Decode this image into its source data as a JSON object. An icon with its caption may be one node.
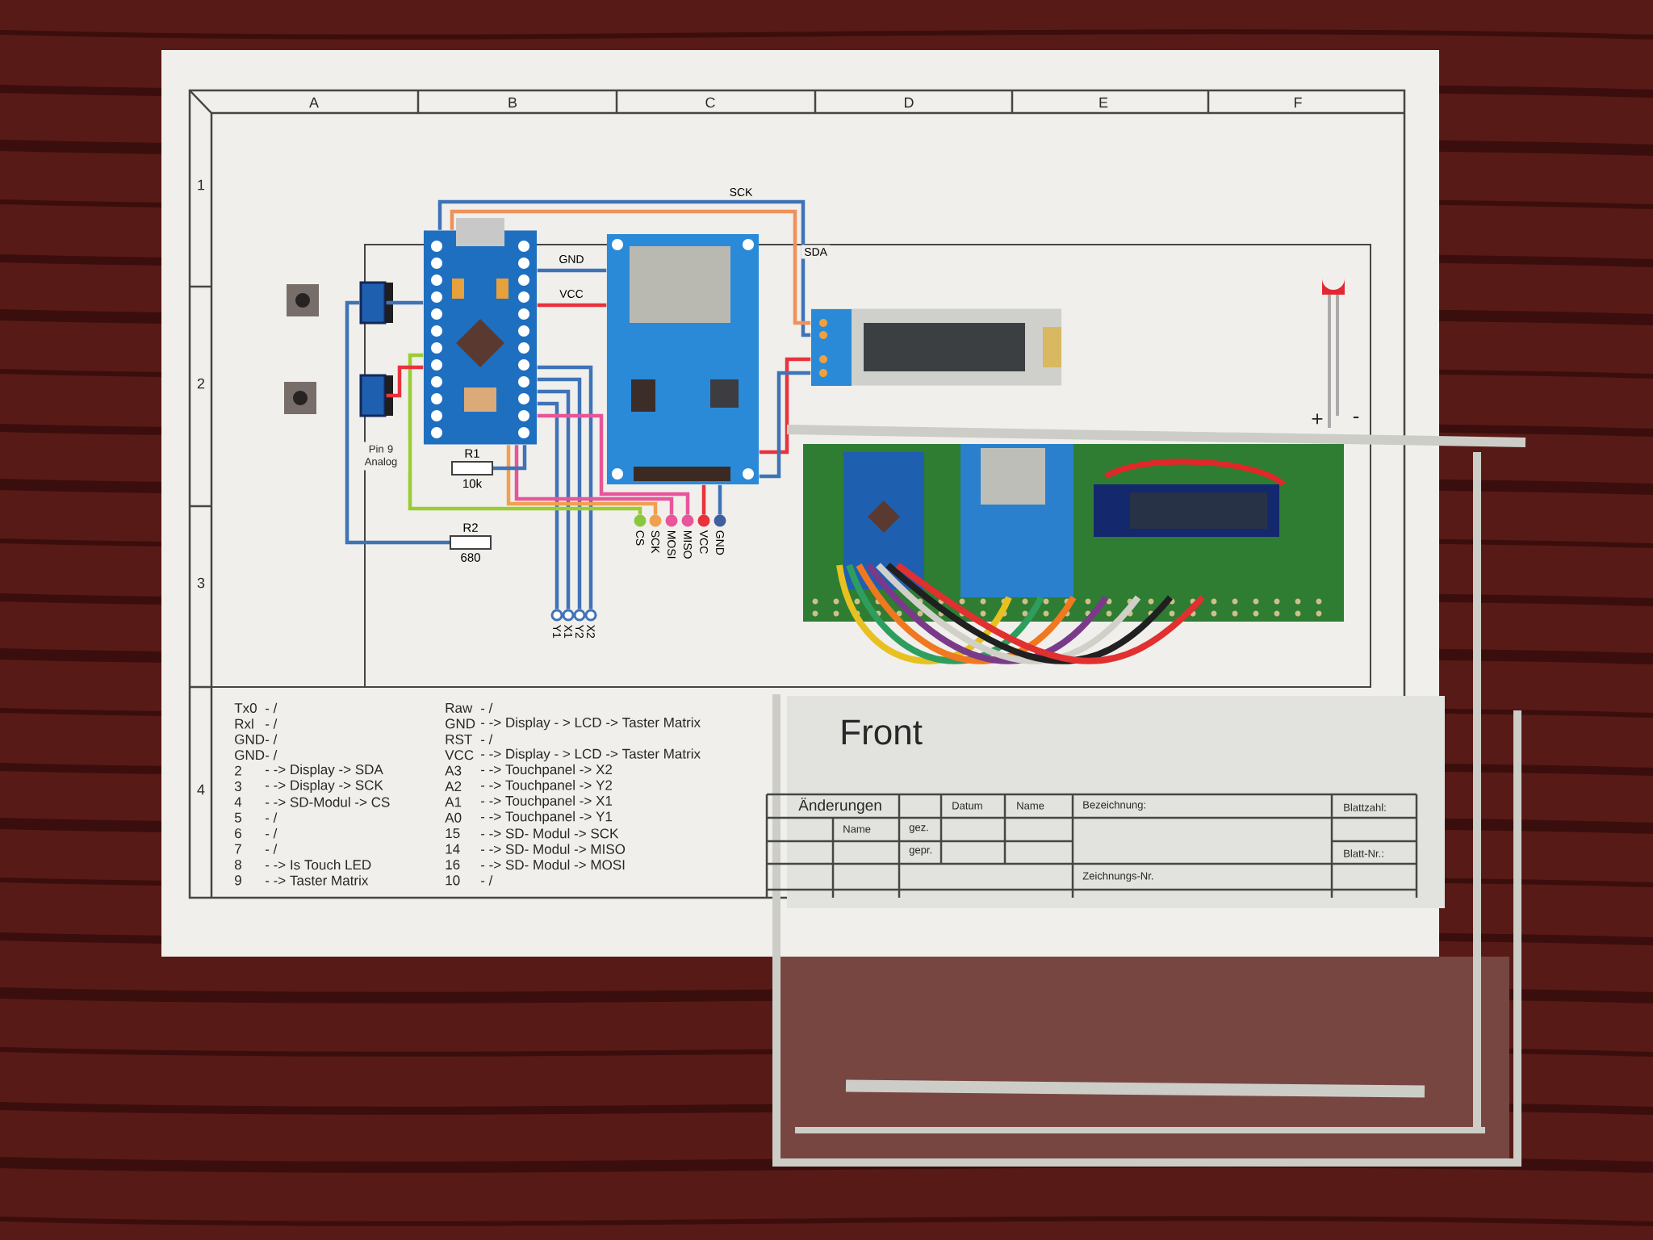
{
  "diagram": {
    "nodes": [
      {
        "text": [],
        "shape": "picture"
      },
      {
        "text": [],
        "shape": "picture"
      },
      {
        "text": [],
        "shape": "picture"
      },
      {
        "text": [],
        "shape": "box"
      },
      {
        "text": [],
        "shape": "box"
      },
      {
        "text": [
          "R1",
          "10k"
        ]
      },
      {
        "text": [
          "R2",
          "680"
        ]
      },
      {
        "text": [],
        "shape": "picture",
        "beside": [
          "+",
          "-"
        ]
      },
      {
        "text": [
          "Y1"
        ]
      },
      {
        "text": [
          "X1"
        ]
      },
      {
        "text": [
          "Y2"
        ]
      },
      {
        "text": [
          "X2"
        ]
      },
      {
        "text": [
          "CS"
        ]
      },
      {
        "text": [
          "SCK"
        ]
      },
      {
        "text": [
          "MOSI"
        ]
      },
      {
        "text": [
          "MISO"
        ]
      },
      {
        "text": [
          "VCC"
        ]
      },
      {
        "text": [
          "GND"
        ]
      }
    ],
    "edges": [
      {
        "from": 0,
        "to": 1,
        "arrow": "none",
        "label": "GND"
      },
      {
        "from": 0,
        "to": 1,
        "arrow": "none",
        "label": "VCC",
        "color": "#e8323c"
      },
      {
        "from": 0,
        "to": 2,
        "arrow": "none",
        "label": "SCK"
      },
      {
        "from": 0,
        "to": 2,
        "arrow": "none",
        "label": "SDA",
        "color": "#f0905a"
      },
      {
        "from": 0,
        "to": 8,
        "arrow": "none"
      },
      {
        "from": 0,
        "to": 9,
        "arrow": "none"
      },
      {
        "from": 0,
        "to": 10,
        "arrow": "none"
      },
      {
        "from": 0,
        "to": 11,
        "arrow": "none"
      },
      {
        "from": 0,
        "to": 12,
        "arrow": "none",
        "color": "#9acd32"
      },
      {
        "from": 0,
        "to": 13,
        "arrow": "none",
        "color": "#f0a050"
      },
      {
        "from": 0,
        "to": 14,
        "arrow": "none",
        "color": "#e8559a"
      },
      {
        "from": 0,
        "to": 15,
        "arrow": "none",
        "color": "#e8559a"
      },
      {
        "from": 1,
        "to": 16,
        "arrow": "none",
        "color": "#e8323c"
      },
      {
        "from": 1,
        "to": 17,
        "arrow": "none"
      },
      {
        "from": 3,
        "to": 0,
        "arrow": "none"
      },
      {
        "from": 4,
        "to": 0,
        "arrow": "none",
        "color": "#e8323c"
      },
      {
        "from": 5,
        "to": 0,
        "arrow": "none"
      },
      {
        "from": 6,
        "to": 3,
        "arrow": "none"
      },
      {
        "from": 1,
        "to": 2,
        "arrow": "none",
        "color": "#e8323c"
      },
      {
        "from": 1,
        "to": 2,
        "arrow": "none"
      }
    ],
    "labels": [
      "A",
      "B",
      "C",
      "D",
      "E",
      "F",
      "1",
      "2",
      "3",
      "4",
      "Pin 9 Analog",
      "Tx0",
      "- /",
      "Raw",
      "- /",
      "Rxl",
      "- /",
      "GND",
      "- -> Display - > LCD -> Taster Matrix",
      "GND",
      "- /",
      "RST",
      "- /",
      "GND",
      "- /",
      "VCC",
      "- -> Display - > LCD -> Taster Matrix",
      "2",
      "- -> Display -> SDA",
      "A3",
      "- -> Touchpanel -> X2",
      "3",
      "- -> Display -> SCK",
      "A2",
      "- -> Touchpanel -> Y2",
      "4",
      "- -> SD-Modul -> CS",
      "A1",
      "- -> Touchpanel -> X1",
      "5",
      "- /",
      "A0",
      "- -> Touchpanel -> Y1",
      "6",
      "- /",
      "15",
      "- -> SD- Modul -> SCK",
      "7",
      "- /",
      "14",
      "- -> SD- Modul -> MISO",
      "8",
      "- -> Is Touch LED",
      "16",
      "- -> SD- Modul -> MOSI",
      "9",
      "- -> Taster Matrix",
      "10",
      "- /",
      "Front",
      "Änderungen",
      "Datum",
      "Name",
      "Bezeichnung:",
      "Blattzahl:",
      "Name",
      "gez.",
      "gepr.",
      "Blatt-Nr.:",
      "Zeichnungs-Nr."
    ]
  }
}
